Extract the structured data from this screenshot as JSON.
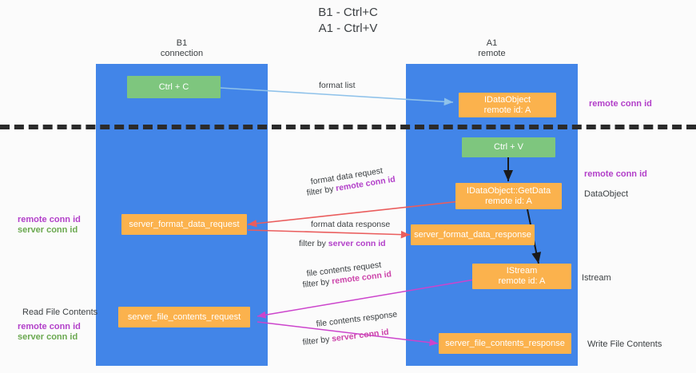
{
  "title": {
    "line1": "B1 - Ctrl+C",
    "line2": "A1 - Ctrl+V"
  },
  "lanes": [
    {
      "name": "B1",
      "role": "connection"
    },
    {
      "name": "A1",
      "role": "remote"
    }
  ],
  "boxes": {
    "ctrl_c": {
      "label": "Ctrl + C",
      "color": "#7ec67e"
    },
    "ctrl_v": {
      "label": "Ctrl + V",
      "color": "#7ec67e"
    },
    "idataobject": {
      "label": "IDataObject",
      "sub": "remote id: A",
      "color": "#fbb24d"
    },
    "getdata": {
      "label": "IDataObject::GetData",
      "sub": "remote id: A",
      "color": "#fbb24d"
    },
    "format_request": {
      "label": "server_format_data_request",
      "color": "#fbb24d"
    },
    "format_response": {
      "label": "server_format_data_response",
      "color": "#fbb24d"
    },
    "istream": {
      "label": "IStream",
      "sub": "remote id: A",
      "color": "#fbb24d"
    },
    "file_request": {
      "label": "server_file_contents_request",
      "color": "#fbb24d"
    },
    "file_response": {
      "label": "server_file_contents_response",
      "color": "#fbb24d"
    }
  },
  "edge_labels": {
    "format_list": "format list",
    "format_data_request": "format data request",
    "format_data_request_filter_prefix": "filter by ",
    "format_data_request_filter_key": "remote conn id",
    "format_data_response": "format data response",
    "format_data_response_filter_prefix": "filter by ",
    "format_data_response_filter_key": "server conn id",
    "file_contents_request": "file contents request",
    "file_contents_request_filter_prefix": "filter by ",
    "file_contents_request_filter_key": "remote conn id",
    "file_contents_response": "file contents response",
    "file_contents_response_filter_prefix": "filter by ",
    "file_contents_response_filter_key": "server conn id"
  },
  "annotations": {
    "right_remote_conn_id_top": "remote conn id",
    "right_remote_conn_id_mid": "remote conn id",
    "right_dataobject": "DataObject",
    "right_istream": "Istream",
    "right_write_file_contents": "Write File Contents",
    "left_remote_conn_id_mid": "remote conn id",
    "left_server_conn_id_mid": "server conn id",
    "left_read_file_contents": "Read File Contents",
    "left_remote_conn_id_bottom": "remote conn id",
    "left_server_conn_id_bottom": "server conn id"
  },
  "colors": {
    "lane": "#4285e8",
    "green_box": "#7ec67e",
    "orange_box": "#fbb24d",
    "purple": "#b23fc9",
    "green_text": "#6aa84f",
    "red_arrow": "#ea5d5d",
    "pink_arrow": "#cc44cc",
    "blue_arrow": "#8fc2ea",
    "black_arrow": "#1a1a1a",
    "divider": "#2b2b2b"
  }
}
